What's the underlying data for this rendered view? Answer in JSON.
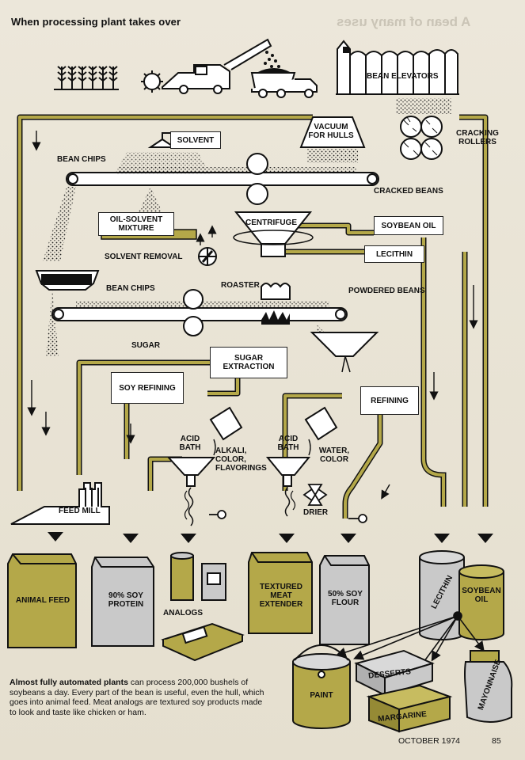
{
  "title": "When processing plant takes over",
  "mirrored_bleedthrough": "A bean of many uses",
  "labels": {
    "bean_elevators": "BEAN ELEVATORS",
    "vacuum_for_hulls": "VACUUM FOR HULLS",
    "cracking_rollers": "CRACKING ROLLERS",
    "solvent": "SOLVENT",
    "bean_chips_top": "BEAN CHIPS",
    "cracked_beans": "CRACKED BEANS",
    "oil_solvent_mixture": "OIL-SOLVENT MIXTURE",
    "centrifuge": "CENTRIFUGE",
    "soybean_oil_box": "SOYBEAN OIL",
    "solvent_removal": "SOLVENT REMOVAL",
    "lecithin_box": "LECITHIN",
    "bean_chips_mid": "BEAN CHIPS",
    "roaster": "ROASTER",
    "powdered_beans": "POWDERED BEANS",
    "sugar": "SUGAR",
    "sugar_extraction": "SUGAR EXTRACTION",
    "soy_refining": "SOY REFINING",
    "refining": "REFINING",
    "acid_bath_left": "ACID BATH",
    "alkali": "ALKALI, COLOR, FLAVORINGS",
    "acid_bath_right": "ACID BATH",
    "water_color": "WATER, COLOR",
    "drier": "DRIER",
    "feed_mill": "FEED MILL"
  },
  "products": {
    "animal_feed": "ANIMAL FEED",
    "soy_protein": "90% SOY PROTEIN",
    "analogs": "ANALOGS",
    "textured_meat": "TEXTURED MEAT EXTENDER",
    "soy_flour": "50% SOY FLOUR",
    "lecithin": "LECITHIN",
    "soybean_oil": "SOYBEAN OIL",
    "desserts": "DESSERTS",
    "paint": "PAINT",
    "margarine": "MARGARINE",
    "mayonnaise": "MAYONNAISE"
  },
  "caption": {
    "bold": "Almost fully automated plants",
    "text": " can process 200,000 bushels of soybeans a day. Every part of the bean is useful, even the hull, which goes into animal feed. Meat analogs are textured soy products made to look and taste like chicken or ham."
  },
  "footer": {
    "month": "OCTOBER 1974",
    "page": "85"
  },
  "colors": {
    "olive": "#b4a849",
    "gray": "#c9c9c9",
    "background": "#e9e4d6",
    "ink": "#111111"
  }
}
